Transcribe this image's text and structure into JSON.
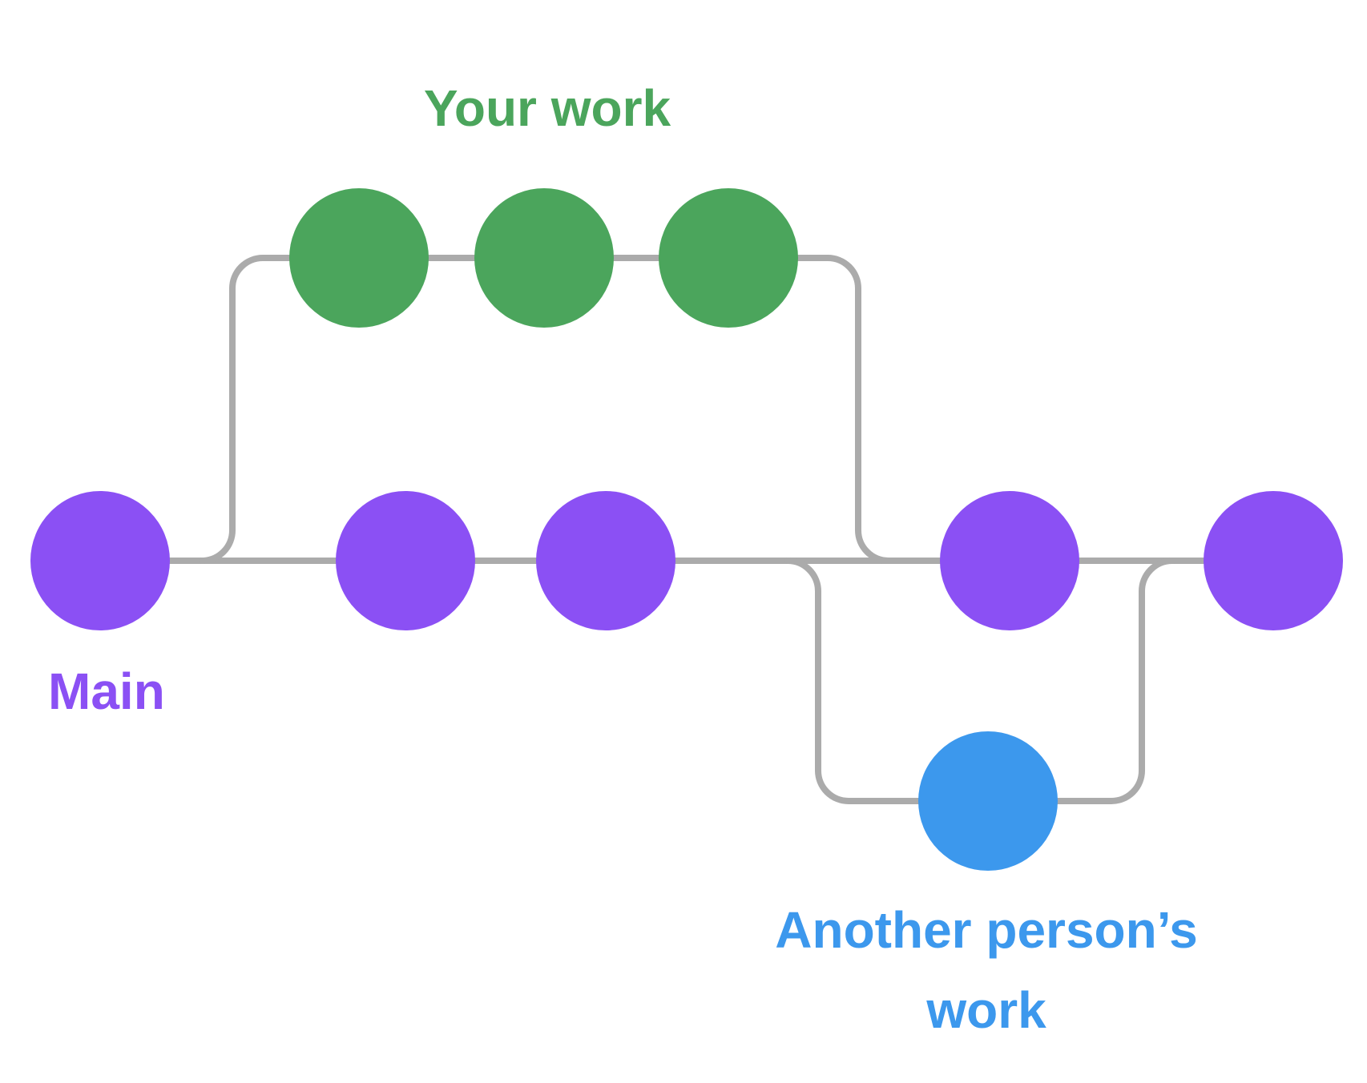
{
  "diagram": {
    "type": "git-branch-illustration",
    "background": "#FFFFFF",
    "connector_color": "#ABABAB",
    "branches": [
      {
        "id": "your-work",
        "label": "Your work",
        "color": "#4BA55C",
        "commit_count": 3
      },
      {
        "id": "main",
        "label": "Main",
        "color": "#8B50F4",
        "commit_count": 5
      },
      {
        "id": "another-person",
        "label": "Another person’s work",
        "color": "#3C98ED",
        "commit_count": 1
      }
    ]
  }
}
